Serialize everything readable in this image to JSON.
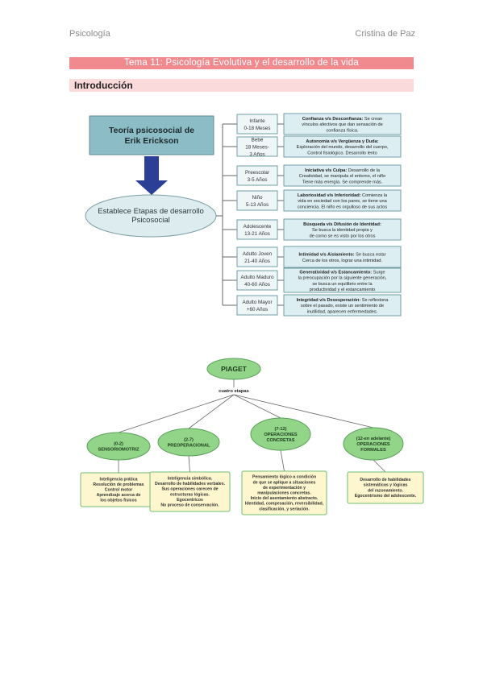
{
  "header": {
    "left": "Psicología",
    "right": "Cristina de Paz"
  },
  "title": "Tema 11: Psicología Evolutiva y el desarrollo de la vida",
  "section": "Introducción",
  "erikson": {
    "box_title": [
      "Teoría psicosocial de",
      "Erik Erickson"
    ],
    "ellipse_text": [
      "Establece Etapas de desarrollo",
      "Psicosocial"
    ],
    "stages": [
      {
        "age": [
          "Infante",
          "0-18 Meses"
        ],
        "desc": [
          "Confianza v/s Desconfianza: Se crean",
          "vínculos afectivos que dan sensación de",
          "confianza física."
        ]
      },
      {
        "age": [
          "Bebé",
          "18 Meses-",
          "3 Años"
        ],
        "desc": [
          "Autonomía v/s Vergüenza y Duda:",
          "Exploración del mundo, desarrollo del cuerpo,",
          "Control fisiológico. Desarrollo lento"
        ]
      },
      {
        "age": [
          "Preescolar",
          "3-5 Años"
        ],
        "desc": [
          "Iniciativa v/s Culpa: Desarrollo de la",
          "Creatividad, se manipula el entorno, el niño",
          "Tiene más energía. Se comprende más."
        ]
      },
      {
        "age": [
          "Niño",
          "5-13 Años"
        ],
        "desc": [
          "Laboriosidad v/s Inferioridad: Comienza la",
          "vida en sociedad con los pares, se tiene una",
          "conciencia. El niño es orgulloso de sus actos"
        ]
      },
      {
        "age": [
          "Adolescente",
          "13-21 Años"
        ],
        "desc": [
          "Búsqueda v/s Difusión de Identidad:",
          "Se busca la identidad propia y",
          "de como se es visto por los otros"
        ]
      },
      {
        "age": [
          "Adulto Joven",
          "21-40 Años"
        ],
        "desc": [
          "Intimidad v/s Aislamiento: Se busca estar",
          "Cerca de los otros, lograr una intimidad."
        ]
      },
      {
        "age": [
          "Adulto Maduro",
          "40-60 Años"
        ],
        "desc": [
          "Generatividad v/s Estancamiento: Surge",
          "la preocupación por la siguiente generación,",
          "se busca un equilibrio entre la",
          "productividad y el estancamiento"
        ]
      },
      {
        "age": [
          "Adulto Mayor",
          "+60 Años"
        ],
        "desc": [
          "Integridad v/s Desesperación: Se reflexiona",
          "sobre el pasado, existe un sentimiento de",
          "inutilidad, aparecen enfermedades."
        ]
      }
    ]
  },
  "piaget": {
    "root": "PIAGET",
    "connector": "cuatro etapas",
    "stages": [
      {
        "label": [
          "(0-2)",
          "SENSORIOMOTRIZ"
        ],
        "desc": [
          "Inteligencia prática",
          "Resolución de problemas",
          "Control motor",
          "Aprendizaje acerca de",
          "los objetos físicos"
        ]
      },
      {
        "label": [
          "(2-7)",
          "PREOPERACIONAL"
        ],
        "desc": [
          "Inteligencia simbólica.",
          "Desarrollo de habilidades verbales.",
          "Sus operaciones carecen de",
          "estructuras lógicas.",
          "Egocentricos",
          "No proceso de conservación."
        ]
      },
      {
        "label": [
          "(7-12)",
          "OPERACIONES",
          "CONCRETAS"
        ],
        "desc": [
          "Pensamiento lógico a condición",
          "de que se aplique a situaciones",
          "de experimentación y",
          "manipulaciones concretas.",
          "Inicio del asentamiento abstracto.",
          "Identidad, compesación, reversibilidad,",
          "clasificación, y seriación."
        ]
      },
      {
        "label": [
          "(12-en adelante)",
          "OPERACIONES",
          "FORMALES"
        ],
        "desc": [
          "Desarrollo de habilidades",
          "sistemáticas y lógicas",
          "del razonamiento.",
          "Egocentrismo del adolescente."
        ]
      }
    ]
  },
  "colors": {
    "accent": "#f08a8f",
    "accent_light": "#fadadb",
    "teal": "#7fb5bf",
    "teal_light": "#dcecef",
    "arrow": "#2a3f95",
    "green": "#92d488",
    "yellow": "#fdf6cf"
  }
}
